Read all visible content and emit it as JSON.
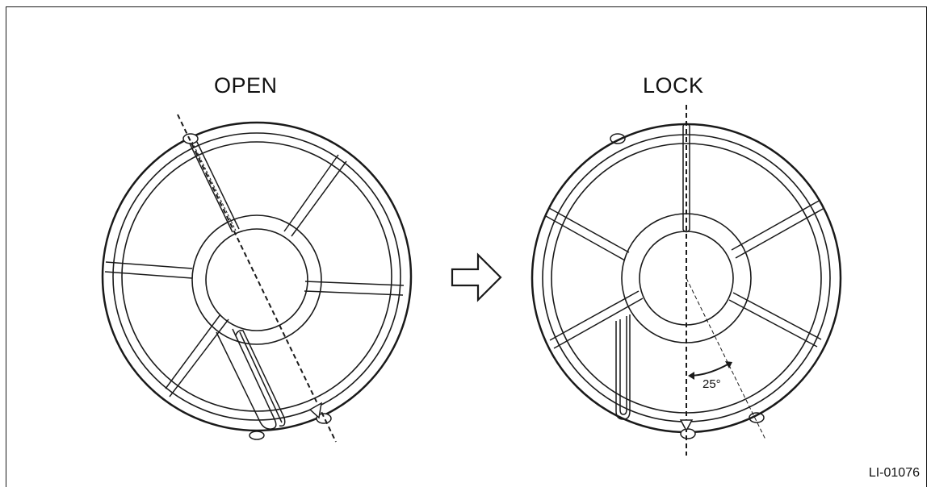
{
  "labels": {
    "open": "OPEN",
    "lock": "LOCK",
    "angle": "25°",
    "code": "LI-01076"
  },
  "icons": [
    "fan-cover-open-drawing",
    "fan-cover-locked-drawing",
    "right-arrow-icon",
    "rotation-arrow-icon"
  ],
  "colors": {
    "line": "#1a1a1a",
    "background": "#ffffff"
  }
}
